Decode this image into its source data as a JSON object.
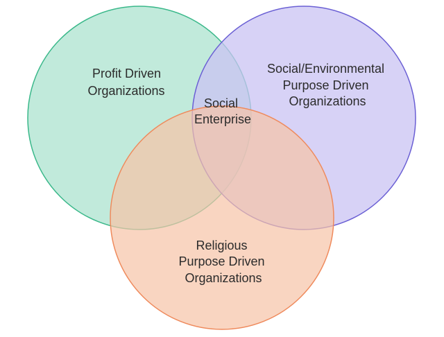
{
  "colors": {
    "profit_fill": "#b6e6d5",
    "profit_stroke": "#3ab88a",
    "social_fill": "#c9c3f3",
    "social_stroke": "#6a5fd4",
    "religious_fill": "#f6c3a6",
    "religious_stroke": "#ef8a5c"
  },
  "sets": {
    "profit": {
      "line1": "Profit Driven",
      "line2": "Organizations"
    },
    "social": {
      "line1": "Social/Environmental",
      "line2": "Purpose Driven",
      "line3": "Organizations"
    },
    "religious": {
      "line1": "Religious",
      "line2": "Purpose Driven",
      "line3": "Organizations"
    }
  },
  "intersection": {
    "line1": "Social",
    "line2": "Enterprise"
  }
}
